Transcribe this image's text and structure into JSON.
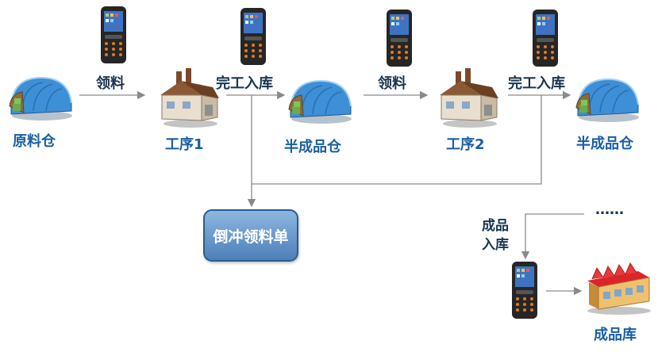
{
  "nodes": {
    "raw_material_warehouse": "原料仓",
    "process_1": "工序1",
    "semi_finished_warehouse_1": "半成品仓",
    "process_2": "工序2",
    "semi_finished_warehouse_2": "半成品仓",
    "finished_goods_warehouse": "成品库"
  },
  "edges": {
    "issue_material_1": "领料",
    "completion_receipt_1": "完工入库",
    "issue_material_2": "领料",
    "completion_receipt_2": "完工入库",
    "continuation": "……",
    "finished_receipt_line1": "成品",
    "finished_receipt_line2": "入库"
  },
  "backflush_box": "倒冲领料单",
  "icons": {
    "warehouse": "warehouse-dome-icon",
    "factory": "factory-icon",
    "handheld": "handheld-scanner-icon",
    "finished_store": "finished-goods-store-icon"
  },
  "colors": {
    "label_blue": "#1a5fa3",
    "label_dark": "#1a3550",
    "box_fill_top": "#8eb6e0",
    "box_fill_bottom": "#4d7fb8",
    "connector": "#8a8a8a"
  }
}
